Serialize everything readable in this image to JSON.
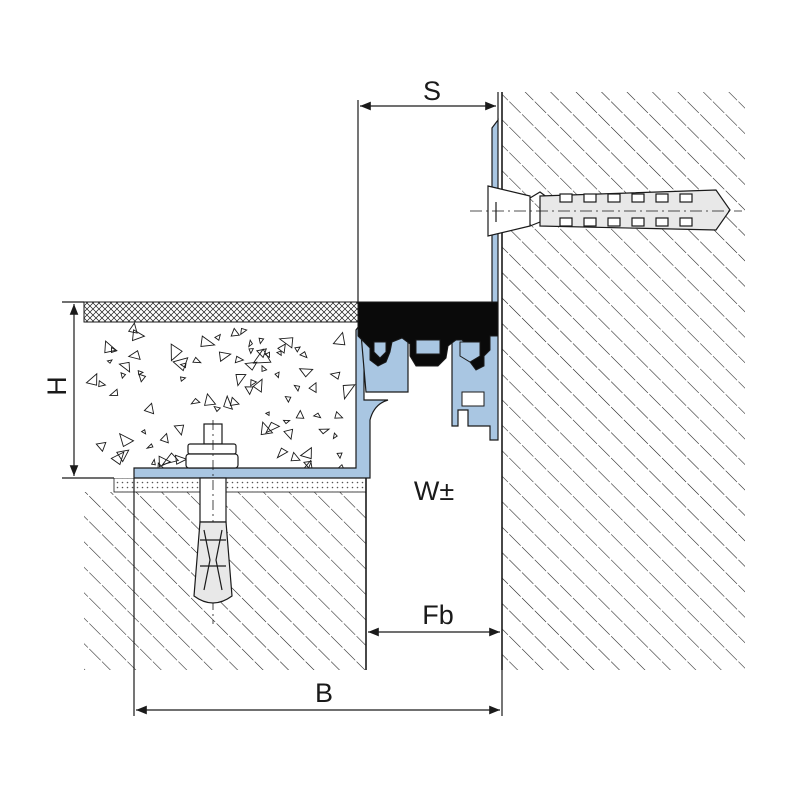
{
  "labels": {
    "s": "S",
    "h": "H",
    "w": "W±",
    "fb": "Fb",
    "b": "B"
  },
  "colors": {
    "profile": "#a9c6e2",
    "seal": "#0a0a0a",
    "line": "#1a1a1a",
    "background": "#ffffff"
  }
}
